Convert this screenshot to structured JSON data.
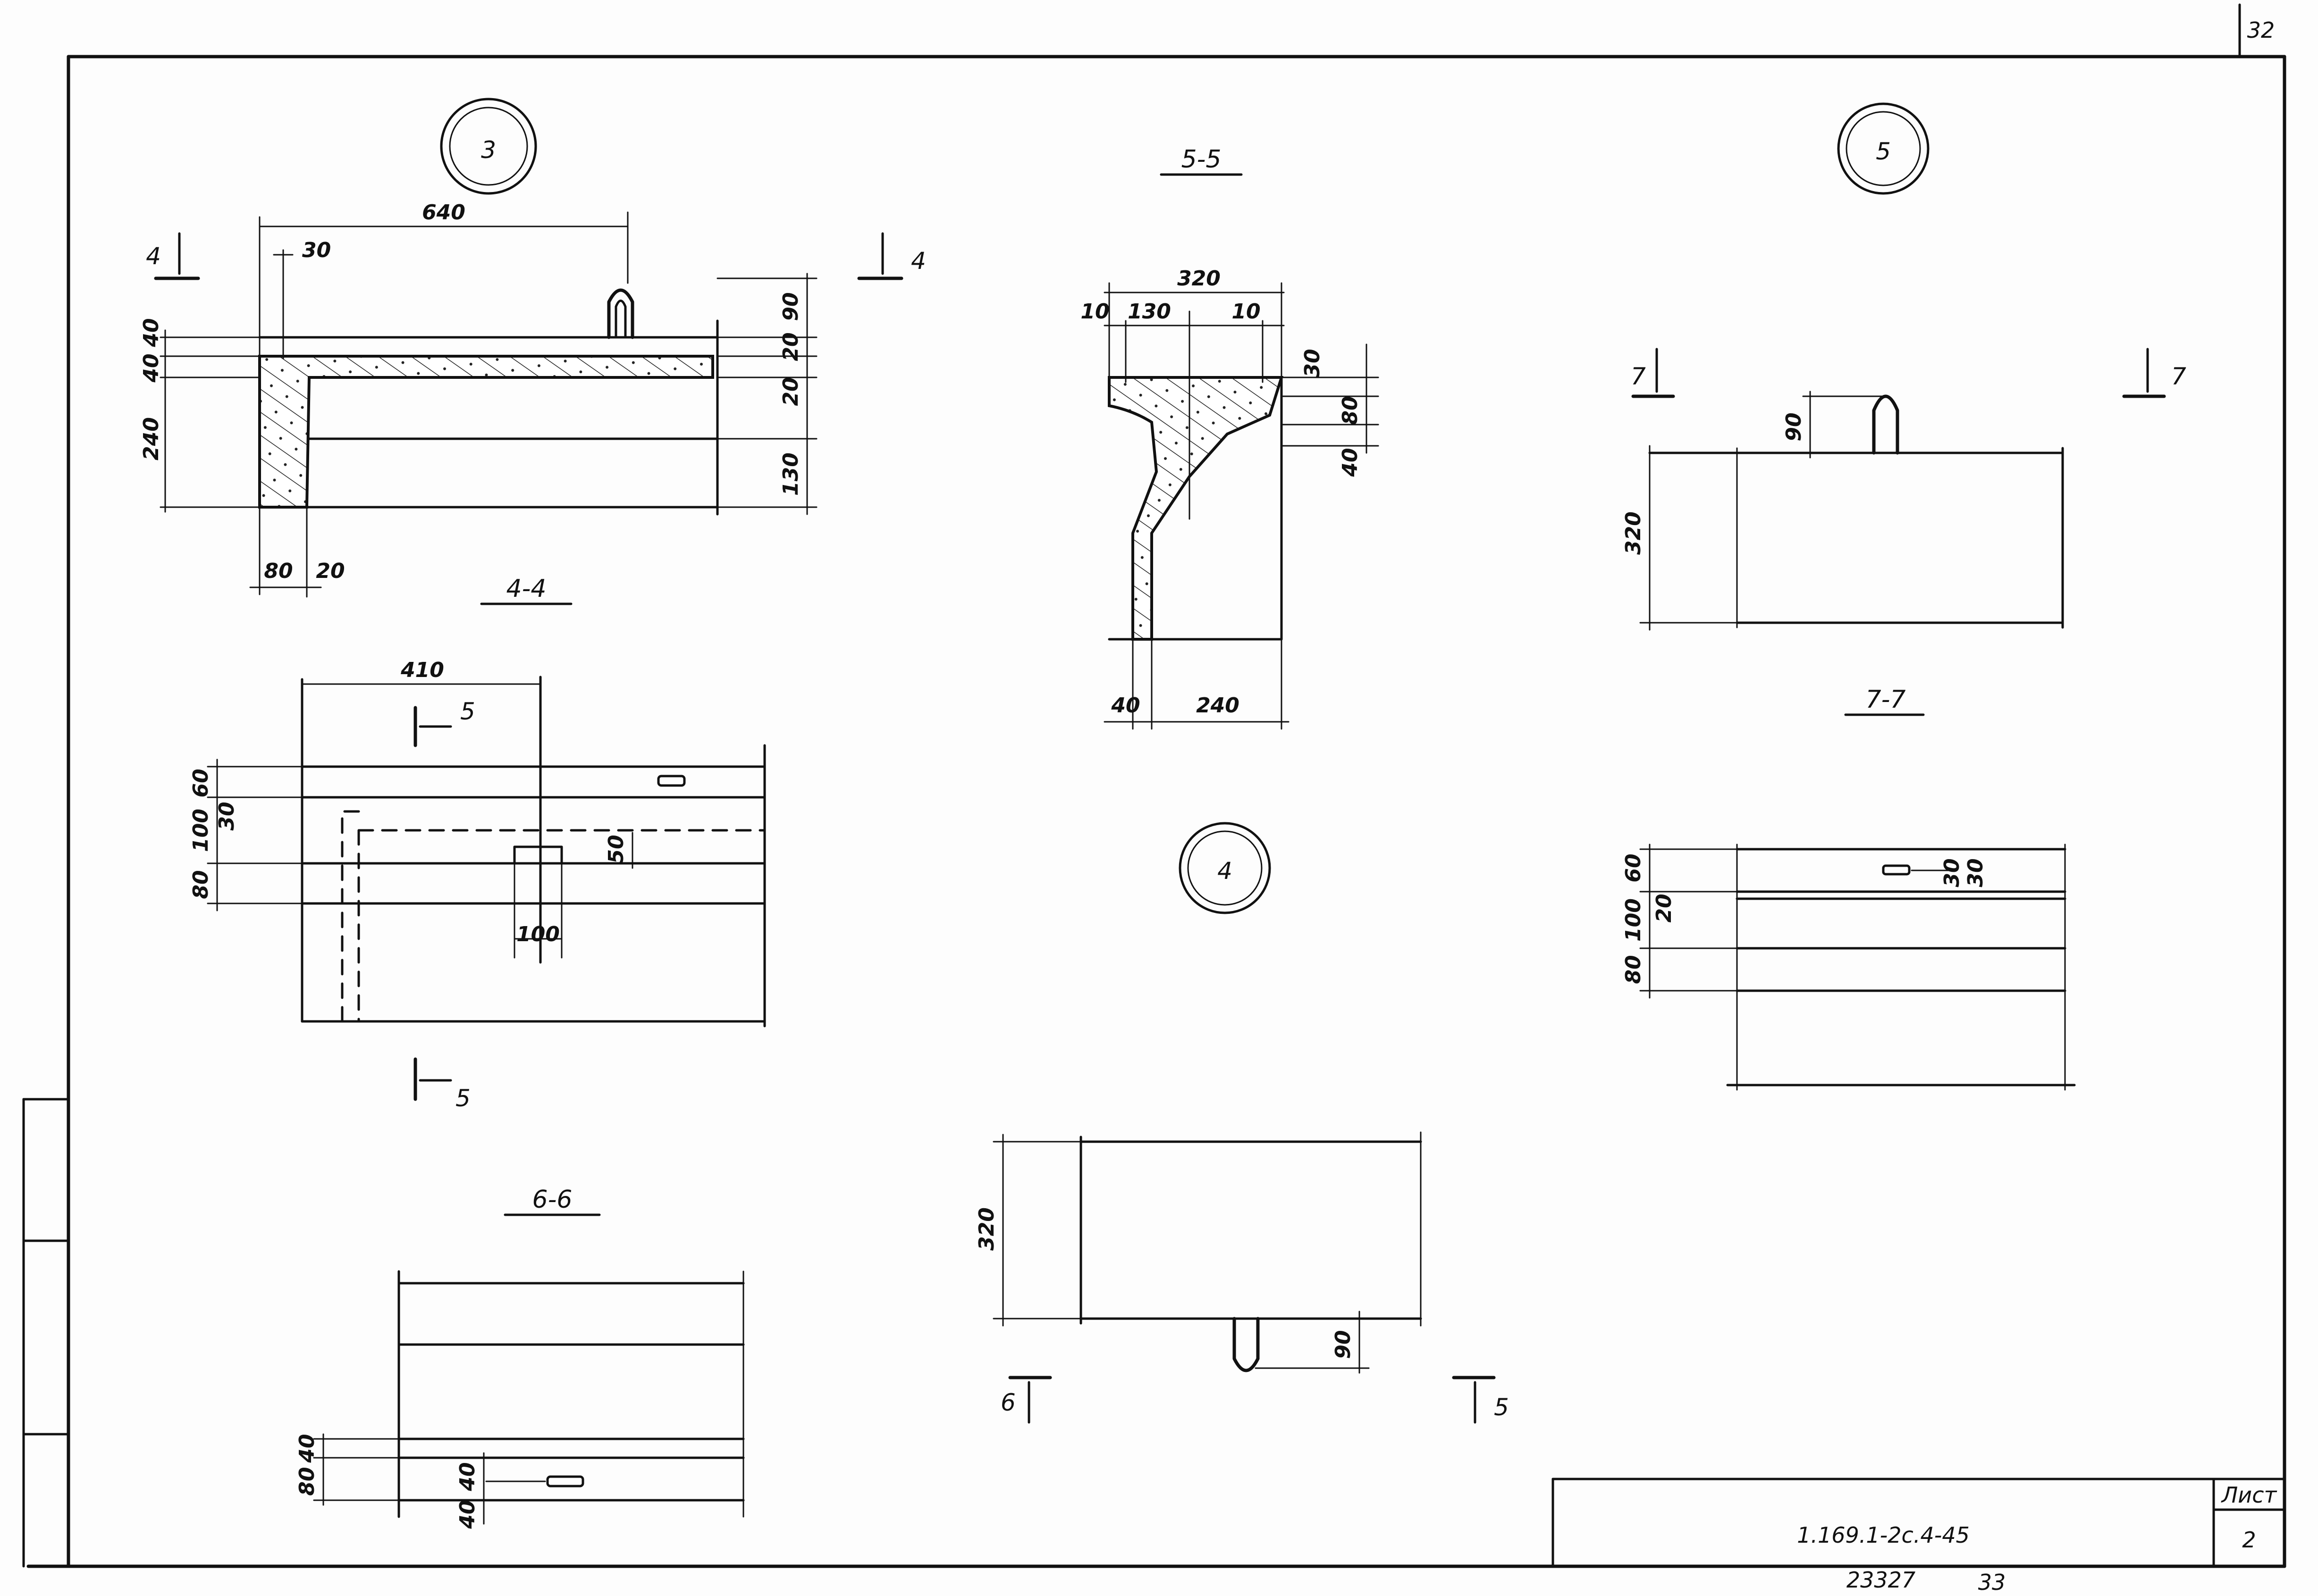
{
  "sheet": {
    "page_corner": "32",
    "doc_code": "1.169.1-2с.4-45",
    "sheet_label": "Лист",
    "sheet_number": "2",
    "inventory_no": "23327",
    "stamp_no": "33"
  },
  "node_markers": {
    "node3": "3",
    "node4": "4",
    "node5": "5"
  },
  "sections": {
    "s44": "4-4",
    "s55": "5-5",
    "s66": "6-6",
    "s77": "7-7"
  },
  "cut_markers": {
    "n4_left": "4",
    "n4_right": "4",
    "n5_top": "5",
    "n5_bottom": "5",
    "n6": "6",
    "n5_lower": "5",
    "n7_left": "7",
    "n7_right": "7"
  },
  "dims_node3": {
    "d640": "640",
    "d30": "30",
    "d40a": "40",
    "d40b": "40",
    "d240": "240",
    "d80": "80",
    "d20": "20",
    "d90r": "90",
    "d20r1": "20",
    "d20r2": "20",
    "d130r": "130"
  },
  "dims_44": {
    "d410": "410",
    "d60": "60",
    "d100": "100",
    "d30": "30",
    "d80": "80",
    "d50": "50",
    "d100b": "100"
  },
  "dims_55": {
    "d320": "320",
    "d10a": "10",
    "d130": "130",
    "d10b": "10",
    "d30": "30",
    "d80": "80",
    "d40r": "40",
    "d40": "40",
    "d240": "240"
  },
  "dims_node5": {
    "d90": "90",
    "d320": "320"
  },
  "dims_77": {
    "d60": "60",
    "d100": "100",
    "d20": "20",
    "d80": "80",
    "d30a": "30",
    "d30b": "30"
  },
  "dims_node4": {
    "d320": "320",
    "d90": "90"
  },
  "dims_66": {
    "d40": "40",
    "d80": "80",
    "d40b": "40",
    "d40c": "40"
  }
}
